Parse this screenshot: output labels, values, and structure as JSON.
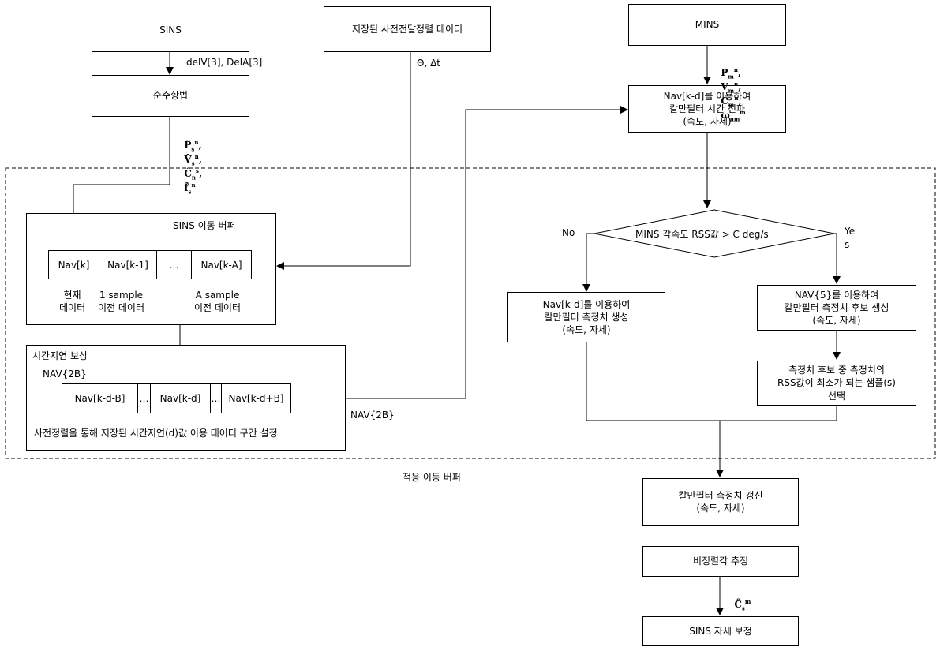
{
  "boxes": {
    "sins": "SINS",
    "stored_data": "저장된 사전전달정렬 데이터",
    "mins": "MINS",
    "pure_nav": "순수항법",
    "kf_time": [
      "Nav[k-d]를 이용하여",
      "칼만필터 시간 전파",
      "(속도, 자세)"
    ],
    "decision": "MINS 각속도 RSS값 > C deg/s",
    "meas_gen_left": [
      "Nav[k-d]를 이용하여",
      "칼만필터 측정치 생성",
      "(속도, 자세)"
    ],
    "meas_cand_right": [
      "NAV{5}를 이용하여",
      "칼만필터 측정치 후보 생성",
      "(속도, 자세)"
    ],
    "select_min": [
      "측정치 후보 중 측정치의",
      "RSS값이 최소가 되는 샘플(s)",
      "선택"
    ],
    "kf_update": [
      "칼만필터 측정치 갱신",
      "(속도, 자세)"
    ],
    "misalign_est": "비정렬각 추정",
    "sins_correct": "SINS 자세 보정"
  },
  "labels": {
    "delv": "delV[3], DelA[3]",
    "theta": "Θ, Δt",
    "no": "No",
    "yes": "Ye\ns",
    "adaptive_buffer": "적응 이동 버퍼",
    "nav2b_out": "NAV{2B}"
  },
  "math": {
    "sins_out": [
      "P̂",
      "s",
      "n",
      "V̂",
      "s",
      "n",
      "Ĉ",
      "n",
      "s",
      "f̂",
      "s",
      "n"
    ],
    "mins_out": [
      "P",
      "m",
      "n",
      "V",
      "m",
      "n",
      "C",
      "m",
      "n",
      "ω",
      "nm",
      "m"
    ],
    "c_hat": [
      "Ĉ",
      "s",
      "m"
    ]
  },
  "sins_buffer": {
    "title": "SINS 이동 버퍼",
    "cells": [
      "Nav[k]",
      "Nav[k-1]",
      "…",
      "Nav[k-A]"
    ],
    "caption_current": "현재\n데이터",
    "caption_one": "1 sample\n이전 데이터",
    "caption_a": "A sample\n이전 데이터"
  },
  "delay_comp": {
    "title": "시간지연 보상",
    "nav2b": "NAV{2B}",
    "cells": [
      "Nav[k-d-B]",
      "…",
      "Nav[k-d]",
      "…",
      "Nav[k-d+B]"
    ],
    "caption": "사전정렬을 통해 저장된 시간지연(d)값 이용 데이터 구간 설정"
  }
}
